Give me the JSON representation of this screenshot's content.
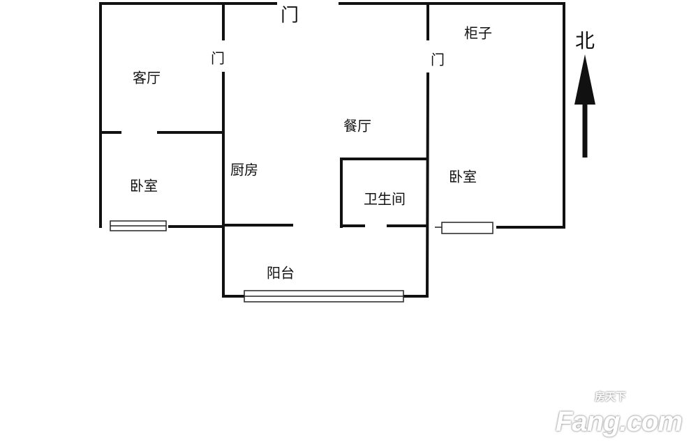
{
  "rooms": {
    "living_room": "客厅",
    "bedroom_left": "卧室",
    "kitchen": "厨房",
    "dining_room": "餐厅",
    "bathroom": "卫生间",
    "balcony": "阳台",
    "cabinet": "柜子",
    "bedroom_right": "卧室"
  },
  "doors": {
    "entrance": "门",
    "living_door": "门",
    "bedroom_door": "门"
  },
  "compass": {
    "label": "北"
  },
  "watermark": {
    "cn": "房天下",
    "en": "Fang.com"
  }
}
